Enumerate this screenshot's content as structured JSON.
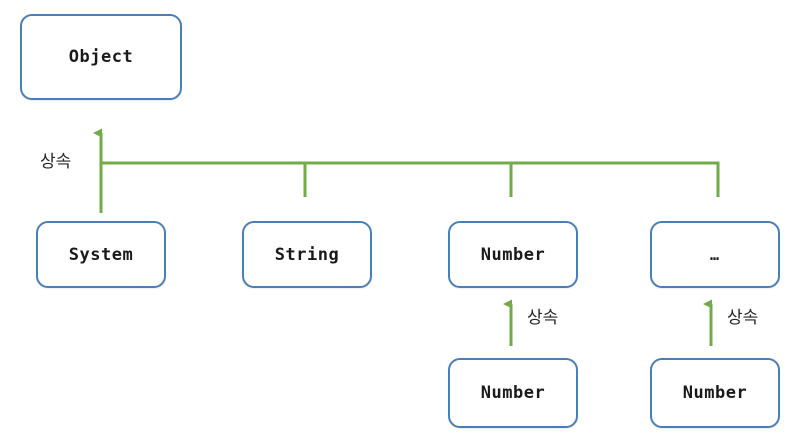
{
  "diagram": {
    "background": "#ffffff",
    "node_border_color": "#4a7ebb",
    "node_fill_color": "#ffffff",
    "edge_color": "#70ad47",
    "text_color": "#1a1a1a",
    "nodes": [
      {
        "id": "object",
        "label": "Object"
      },
      {
        "id": "system",
        "label": "System"
      },
      {
        "id": "string",
        "label": "String"
      },
      {
        "id": "number",
        "label": "Number"
      },
      {
        "id": "etc",
        "label": "…"
      },
      {
        "id": "number_sub_1",
        "label": "Number"
      },
      {
        "id": "number_sub_2",
        "label": "Number"
      }
    ],
    "edge_labels": [
      {
        "id": "inherit_root",
        "label": "상속"
      },
      {
        "id": "inherit_1",
        "label": "상속"
      },
      {
        "id": "inherit_2",
        "label": "상속"
      }
    ]
  }
}
